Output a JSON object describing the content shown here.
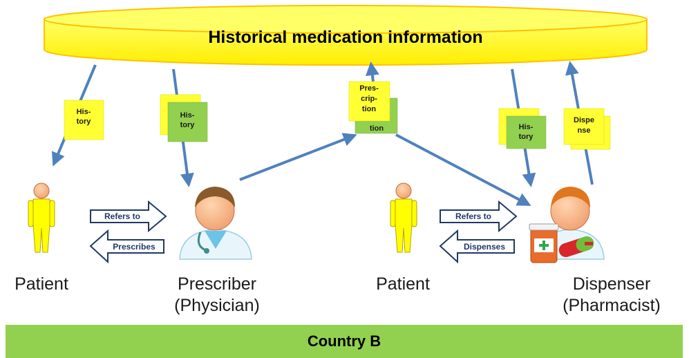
{
  "database": {
    "title": "Historical medication information"
  },
  "actors": {
    "patient_1": "Patient",
    "prescriber_line1": "Prescriber",
    "prescriber_line2": "(Physician)",
    "patient_2": "Patient",
    "dispenser_line1": "Dispenser",
    "dispenser_line2": "(Pharmacist)"
  },
  "interactions": {
    "refers_to_1": "Refers to",
    "prescribes": "Prescribes",
    "refers_to_2": "Refers to",
    "dispenses": "Dispenses"
  },
  "notes": {
    "history_1": [
      "His-",
      "tory"
    ],
    "history_2": [
      "His-",
      "tory"
    ],
    "prescription": [
      "Pres-",
      "crip-",
      "tion"
    ],
    "prescription_back": "tion",
    "history_3": [
      "His-",
      "tory"
    ],
    "dispense": [
      "Dispe",
      "nse"
    ]
  },
  "country": {
    "label": "Country B"
  },
  "colors": {
    "database_fill": "#ffff00",
    "database_stroke": "#ffc000",
    "flow_arrow": "#4f81bd",
    "note_yellow": "#ffff33",
    "note_green": "#92d050",
    "country_bar": "#92d050",
    "patient_figure": "#ffff00"
  }
}
